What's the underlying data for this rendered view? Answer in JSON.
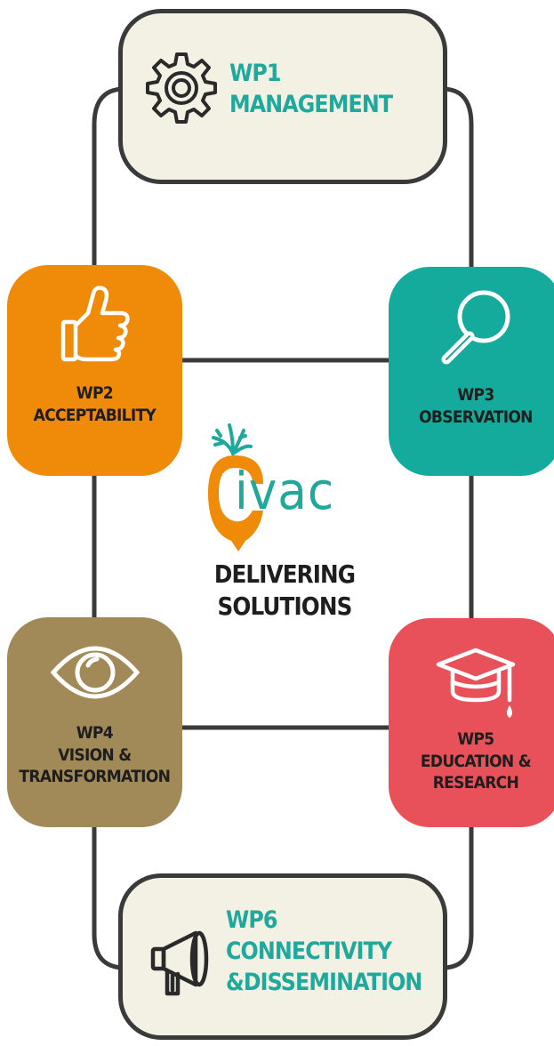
{
  "colors": {
    "teal": "#1fa89c",
    "orange": "#ef8b09",
    "teal_tile": "#14aa9c",
    "olive": "#a18a57",
    "red": "#e9515a",
    "cream": "#f3f1e4",
    "outline": "#3a3a3a"
  },
  "center": {
    "logo_word": "ivac",
    "line1": "DELIVERING",
    "line2": "SOLUTIONS"
  },
  "packages": {
    "wp1": {
      "code": "WP1",
      "name": "MANAGEMENT",
      "icon": "gear-icon"
    },
    "wp2": {
      "code": "WP2",
      "name": "ACCEPTABILITY",
      "icon": "thumbs-up-icon"
    },
    "wp3": {
      "code": "WP3",
      "name": "OBSERVATION",
      "icon": "magnifier-icon"
    },
    "wp4": {
      "code": "WP4",
      "name_line1": "VISION &",
      "name_line2": "TRANSFORMATION",
      "icon": "eye-icon"
    },
    "wp5": {
      "code": "WP5",
      "name_line1": "EDUCATION &",
      "name_line2": "RESEARCH",
      "icon": "graduation-cap-icon"
    },
    "wp6": {
      "code": "WP6",
      "name_line1": "CONNECTIVITY",
      "name_line2": "&DISSEMINATION",
      "icon": "megaphone-icon"
    }
  }
}
